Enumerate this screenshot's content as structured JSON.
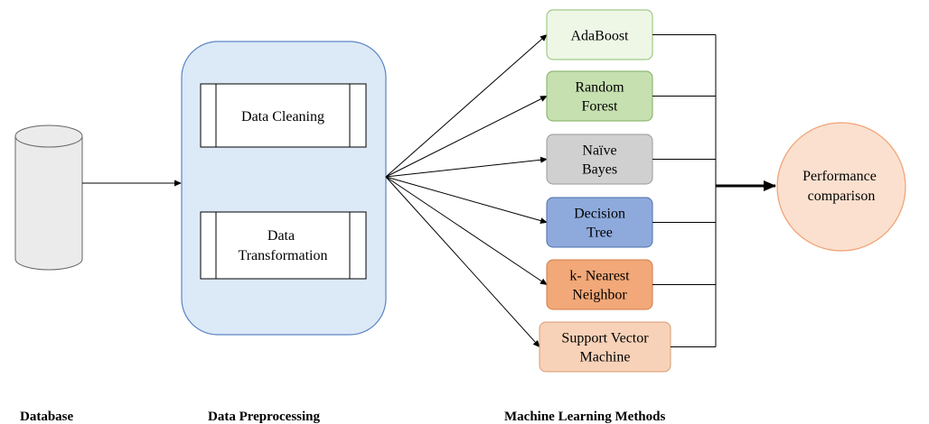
{
  "stages": {
    "database": "Database",
    "preprocessing": "Data Preprocessing",
    "methods": "Machine Learning Methods"
  },
  "preprocessing_steps": [
    [
      "Data Cleaning"
    ],
    [
      "Data",
      "Transformation"
    ]
  ],
  "methods": [
    {
      "lines": [
        "AdaBoost"
      ],
      "fill": "#eef7e6",
      "stroke": "#8fbf6e"
    },
    {
      "lines": [
        "Random",
        "Forest"
      ],
      "fill": "#c6e0b0",
      "stroke": "#7fae5c"
    },
    {
      "lines": [
        "Naïve",
        "Bayes"
      ],
      "fill": "#d0d0d0",
      "stroke": "#9a9a9a"
    },
    {
      "lines": [
        "Decision",
        "Tree"
      ],
      "fill": "#8eaadc",
      "stroke": "#4a6fa8"
    },
    {
      "lines": [
        "k- Nearest",
        "Neighbor"
      ],
      "fill": "#f2a878",
      "stroke": "#d07c46"
    },
    {
      "lines": [
        "Support Vector",
        "Machine"
      ],
      "fill": "#f8d2b8",
      "stroke": "#d89b72"
    }
  ],
  "result": {
    "lines": [
      "Performance",
      "comparison"
    ],
    "fill": "#fbe0cf",
    "stroke": "#f0a172"
  },
  "colors": {
    "database_fill": "#ebebeb",
    "database_stroke": "#666666",
    "preprocessing_fill": "#dce9f7",
    "preprocessing_stroke": "#5b86c4",
    "line": "#000000"
  }
}
